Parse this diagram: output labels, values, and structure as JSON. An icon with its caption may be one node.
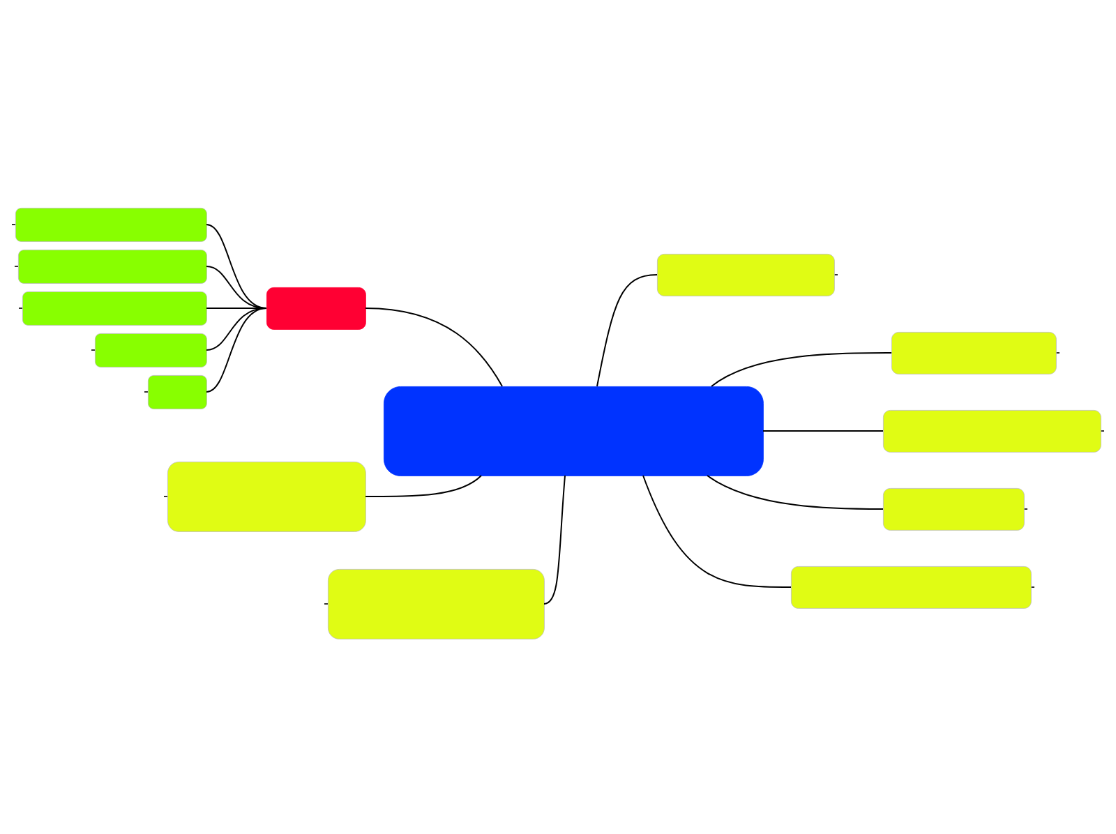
{
  "diagram": {
    "nodes": [
      {
        "text": [],
        "shape": "box"
      },
      {
        "text": [],
        "shape": "box"
      },
      {
        "text": [],
        "shape": "box"
      },
      {
        "text": [],
        "shape": "box"
      },
      {
        "text": [],
        "shape": "box"
      },
      {
        "text": [],
        "shape": "box"
      },
      {
        "text": [],
        "shape": "box"
      },
      {
        "text": [],
        "shape": "box"
      },
      {
        "text": [],
        "shape": "box"
      },
      {
        "text": [],
        "shape": "box"
      },
      {
        "text": [],
        "shape": "box"
      },
      {
        "text": [],
        "shape": "box"
      },
      {
        "text": [],
        "shape": "box"
      },
      {
        "text": [],
        "shape": "box"
      }
    ],
    "edges": [
      {
        "from": 0,
        "to": 1,
        "arrow": "none"
      },
      {
        "from": 1,
        "to": 2,
        "arrow": "none"
      },
      {
        "from": 1,
        "to": 3,
        "arrow": "none"
      },
      {
        "from": 1,
        "to": 4,
        "arrow": "none"
      },
      {
        "from": 1,
        "to": 5,
        "arrow": "none"
      },
      {
        "from": 1,
        "to": 6,
        "arrow": "none"
      },
      {
        "from": 0,
        "to": 7,
        "arrow": "none"
      },
      {
        "from": 0,
        "to": 8,
        "arrow": "none"
      },
      {
        "from": 0,
        "to": 9,
        "arrow": "none"
      },
      {
        "from": 0,
        "to": 10,
        "arrow": "none"
      },
      {
        "from": 0,
        "to": 11,
        "arrow": "none"
      },
      {
        "from": 0,
        "to": 12,
        "arrow": "none"
      },
      {
        "from": 0,
        "to": 13,
        "arrow": "none"
      }
    ]
  }
}
